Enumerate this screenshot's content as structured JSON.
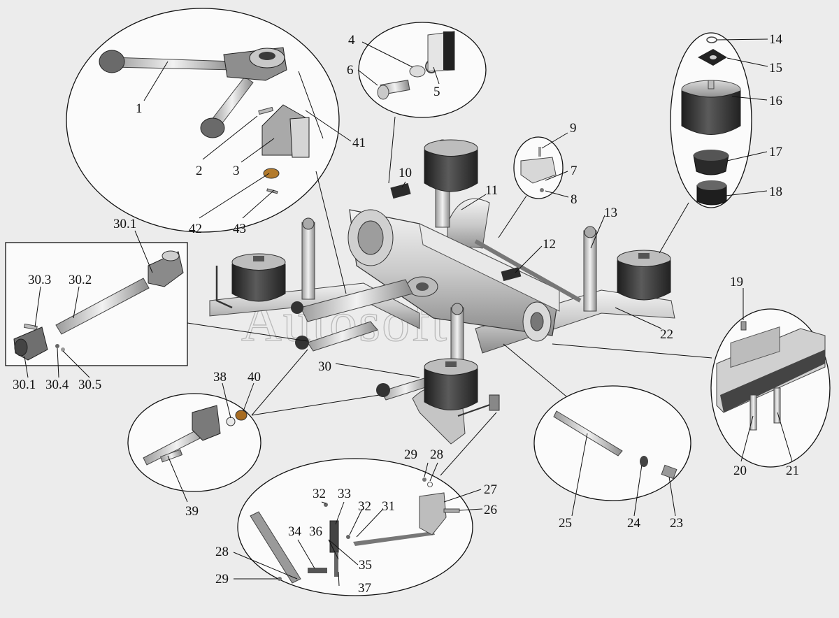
{
  "watermark": "Autosoft",
  "callouts": {
    "c1": "1",
    "c2": "2",
    "c3": "3",
    "c4": "4",
    "c5": "5",
    "c6": "6",
    "c7": "7",
    "c8": "8",
    "c9": "9",
    "c10": "10",
    "c11": "11",
    "c12": "12",
    "c13": "13",
    "c14": "14",
    "c15": "15",
    "c16": "16",
    "c17": "17",
    "c18": "18",
    "c19": "19",
    "c20": "20",
    "c21": "21",
    "c22": "22",
    "c23": "23",
    "c24": "24",
    "c25": "25",
    "c26": "26",
    "c27": "27",
    "c28a": "28",
    "c28b": "28",
    "c29a": "29",
    "c29b": "29",
    "c30": "30",
    "c30_1a": "30.1",
    "c30_1b": "30.1",
    "c30_2": "30.2",
    "c30_3": "30.3",
    "c30_4": "30.4",
    "c30_5": "30.5",
    "c31": "31",
    "c32a": "32",
    "c32b": "32",
    "c33": "33",
    "c34": "34",
    "c35": "35",
    "c36": "36",
    "c37": "37",
    "c38": "38",
    "c39": "39",
    "c40": "40",
    "c41": "41",
    "c42": "42",
    "c43": "43"
  }
}
